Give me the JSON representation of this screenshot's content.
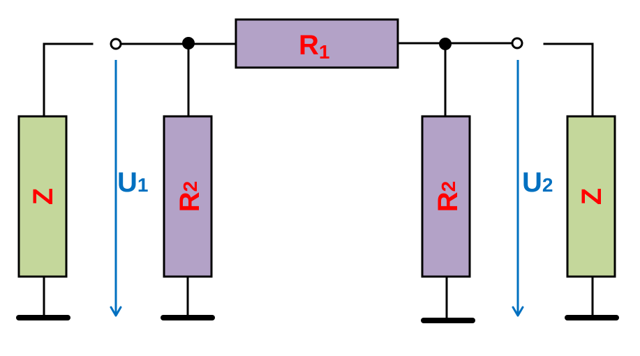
{
  "circuit": {
    "r1": {
      "main": "R",
      "sub": "1"
    },
    "r2_left": {
      "main": "R",
      "sub": "2"
    },
    "r2_right": {
      "main": "R",
      "sub": "2"
    },
    "z_left": "Z",
    "z_right": "Z",
    "u1": {
      "main": "U",
      "sub": "1"
    },
    "u2": {
      "main": "U",
      "sub": "2"
    }
  },
  "colors": {
    "resistor_purple": "#b3a2c7",
    "impedance_green": "#c4d79b",
    "label_red": "#ff0000",
    "voltage_blue": "#0070c0",
    "wire": "#000000"
  }
}
